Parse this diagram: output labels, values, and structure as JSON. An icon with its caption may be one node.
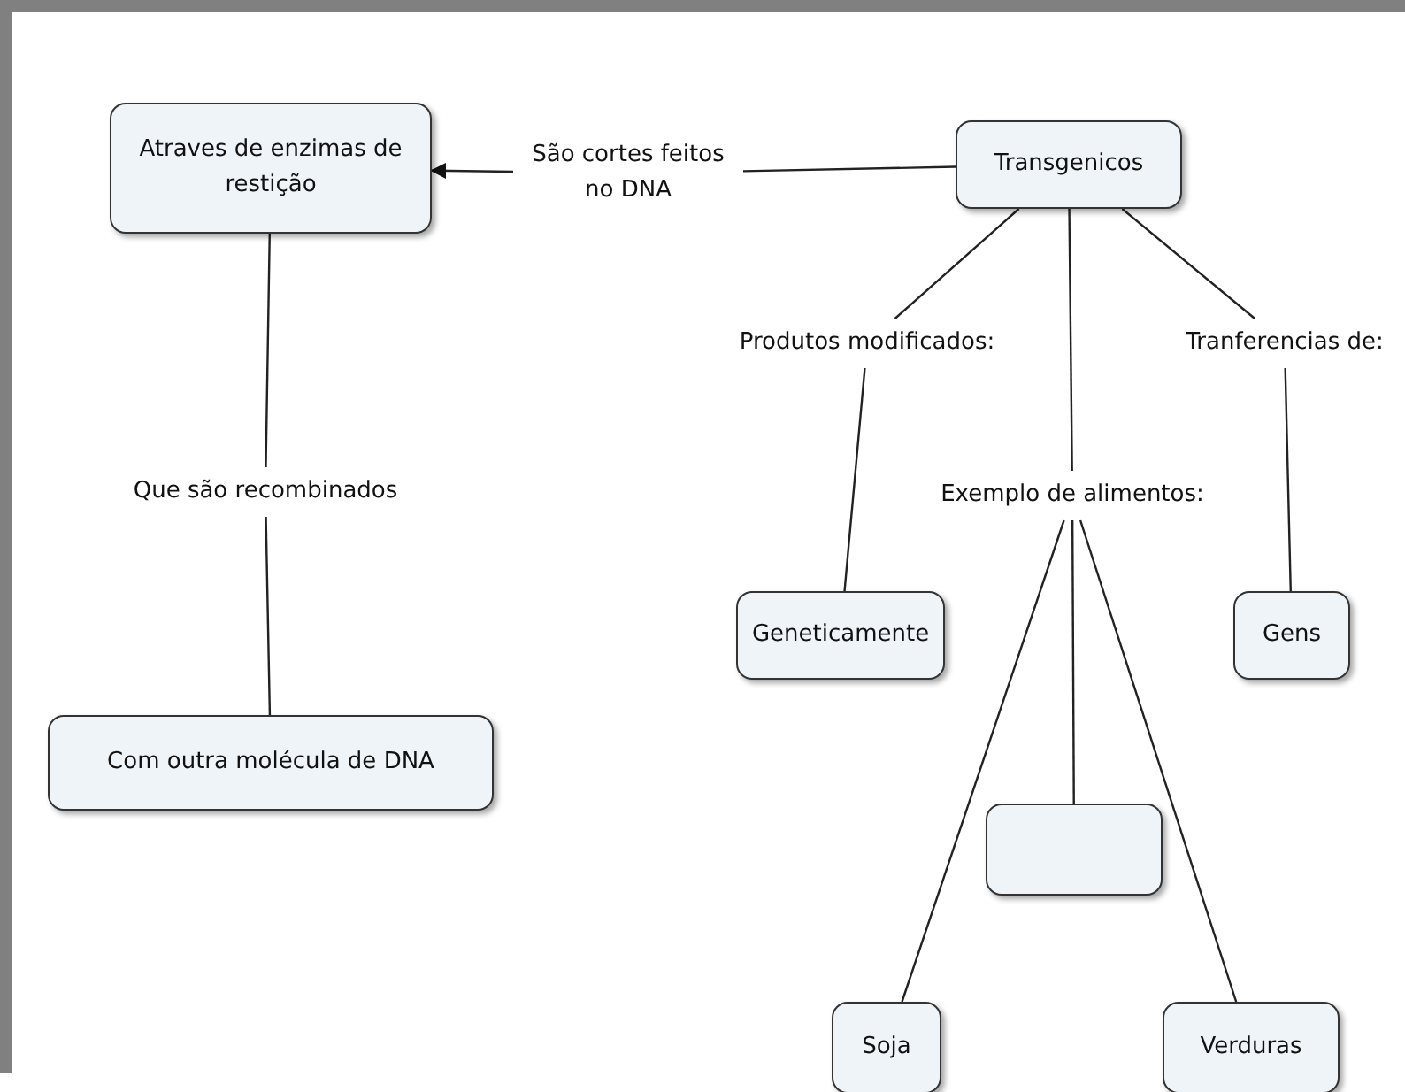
{
  "diagram": {
    "nodes": [
      {
        "text": [
          "Atraves de enzimas de restição"
        ]
      },
      {
        "text": [
          "São cortes feitos no DNA"
        ]
      },
      {
        "text": [
          "Transgenicos"
        ]
      },
      {
        "text": [
          "Produtos modificados:"
        ]
      },
      {
        "text": [
          "Tranferencias de:"
        ]
      },
      {
        "text": [
          "Que são recombinados"
        ]
      },
      {
        "text": [
          "Exemplo de alimentos:"
        ]
      },
      {
        "text": [
          "Geneticamente"
        ]
      },
      {
        "text": [
          "Gens"
        ]
      },
      {
        "text": [
          "Com outra molécula de DNA"
        ]
      },
      {
        "text": [],
        "shape": "box"
      },
      {
        "text": [
          "Soja"
        ]
      },
      {
        "text": [
          "Verduras"
        ]
      }
    ],
    "edges": [
      {
        "from": 2,
        "to": 1,
        "arrow": "none"
      },
      {
        "from": 1,
        "to": 0,
        "arrow": "to"
      },
      {
        "from": 0,
        "to": 5,
        "arrow": "none"
      },
      {
        "from": 5,
        "to": 9,
        "arrow": "none"
      },
      {
        "from": 2,
        "to": 3,
        "arrow": "none"
      },
      {
        "from": 3,
        "to": 7,
        "arrow": "none"
      },
      {
        "from": 2,
        "to": 6,
        "arrow": "none"
      },
      {
        "from": 6,
        "to": 10,
        "arrow": "none"
      },
      {
        "from": 6,
        "to": 11,
        "arrow": "none"
      },
      {
        "from": 6,
        "to": 12,
        "arrow": "none"
      },
      {
        "from": 2,
        "to": 4,
        "arrow": "none"
      },
      {
        "from": 4,
        "to": 8,
        "arrow": "none"
      }
    ]
  }
}
